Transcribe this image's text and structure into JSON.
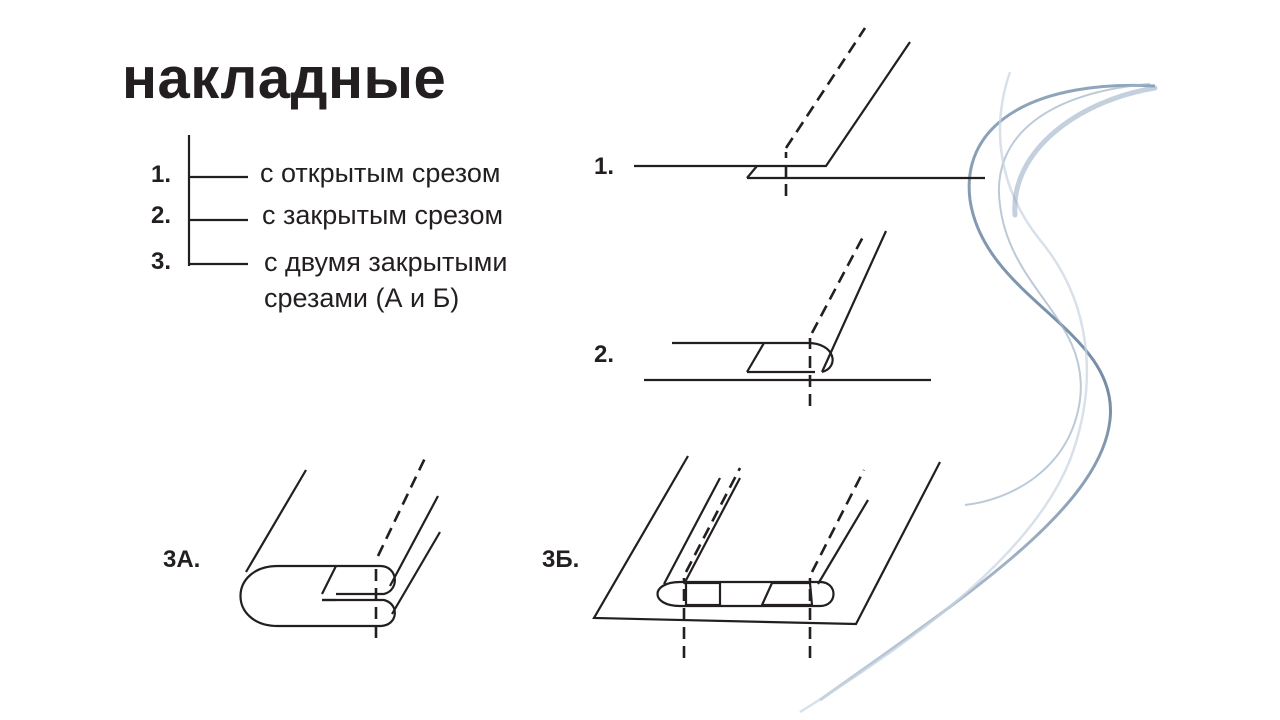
{
  "title": "накладные",
  "legend": {
    "items": [
      {
        "number": "1.",
        "text": "с открытым срезом"
      },
      {
        "number": "2.",
        "text": "с закрытым срезом"
      },
      {
        "number": "3.",
        "text": "с двумя закрытыми",
        "text2": "срезами (А и Б)"
      }
    ]
  },
  "figures": {
    "fig1": {
      "label": "1."
    },
    "fig2": {
      "label": "2."
    },
    "fig3a": {
      "label": "3А."
    },
    "fig3b": {
      "label": "3Б."
    }
  },
  "colors": {
    "ink": "#231f20",
    "thread_dark": "#6f8aa6",
    "thread_light": "#c2d0de"
  }
}
